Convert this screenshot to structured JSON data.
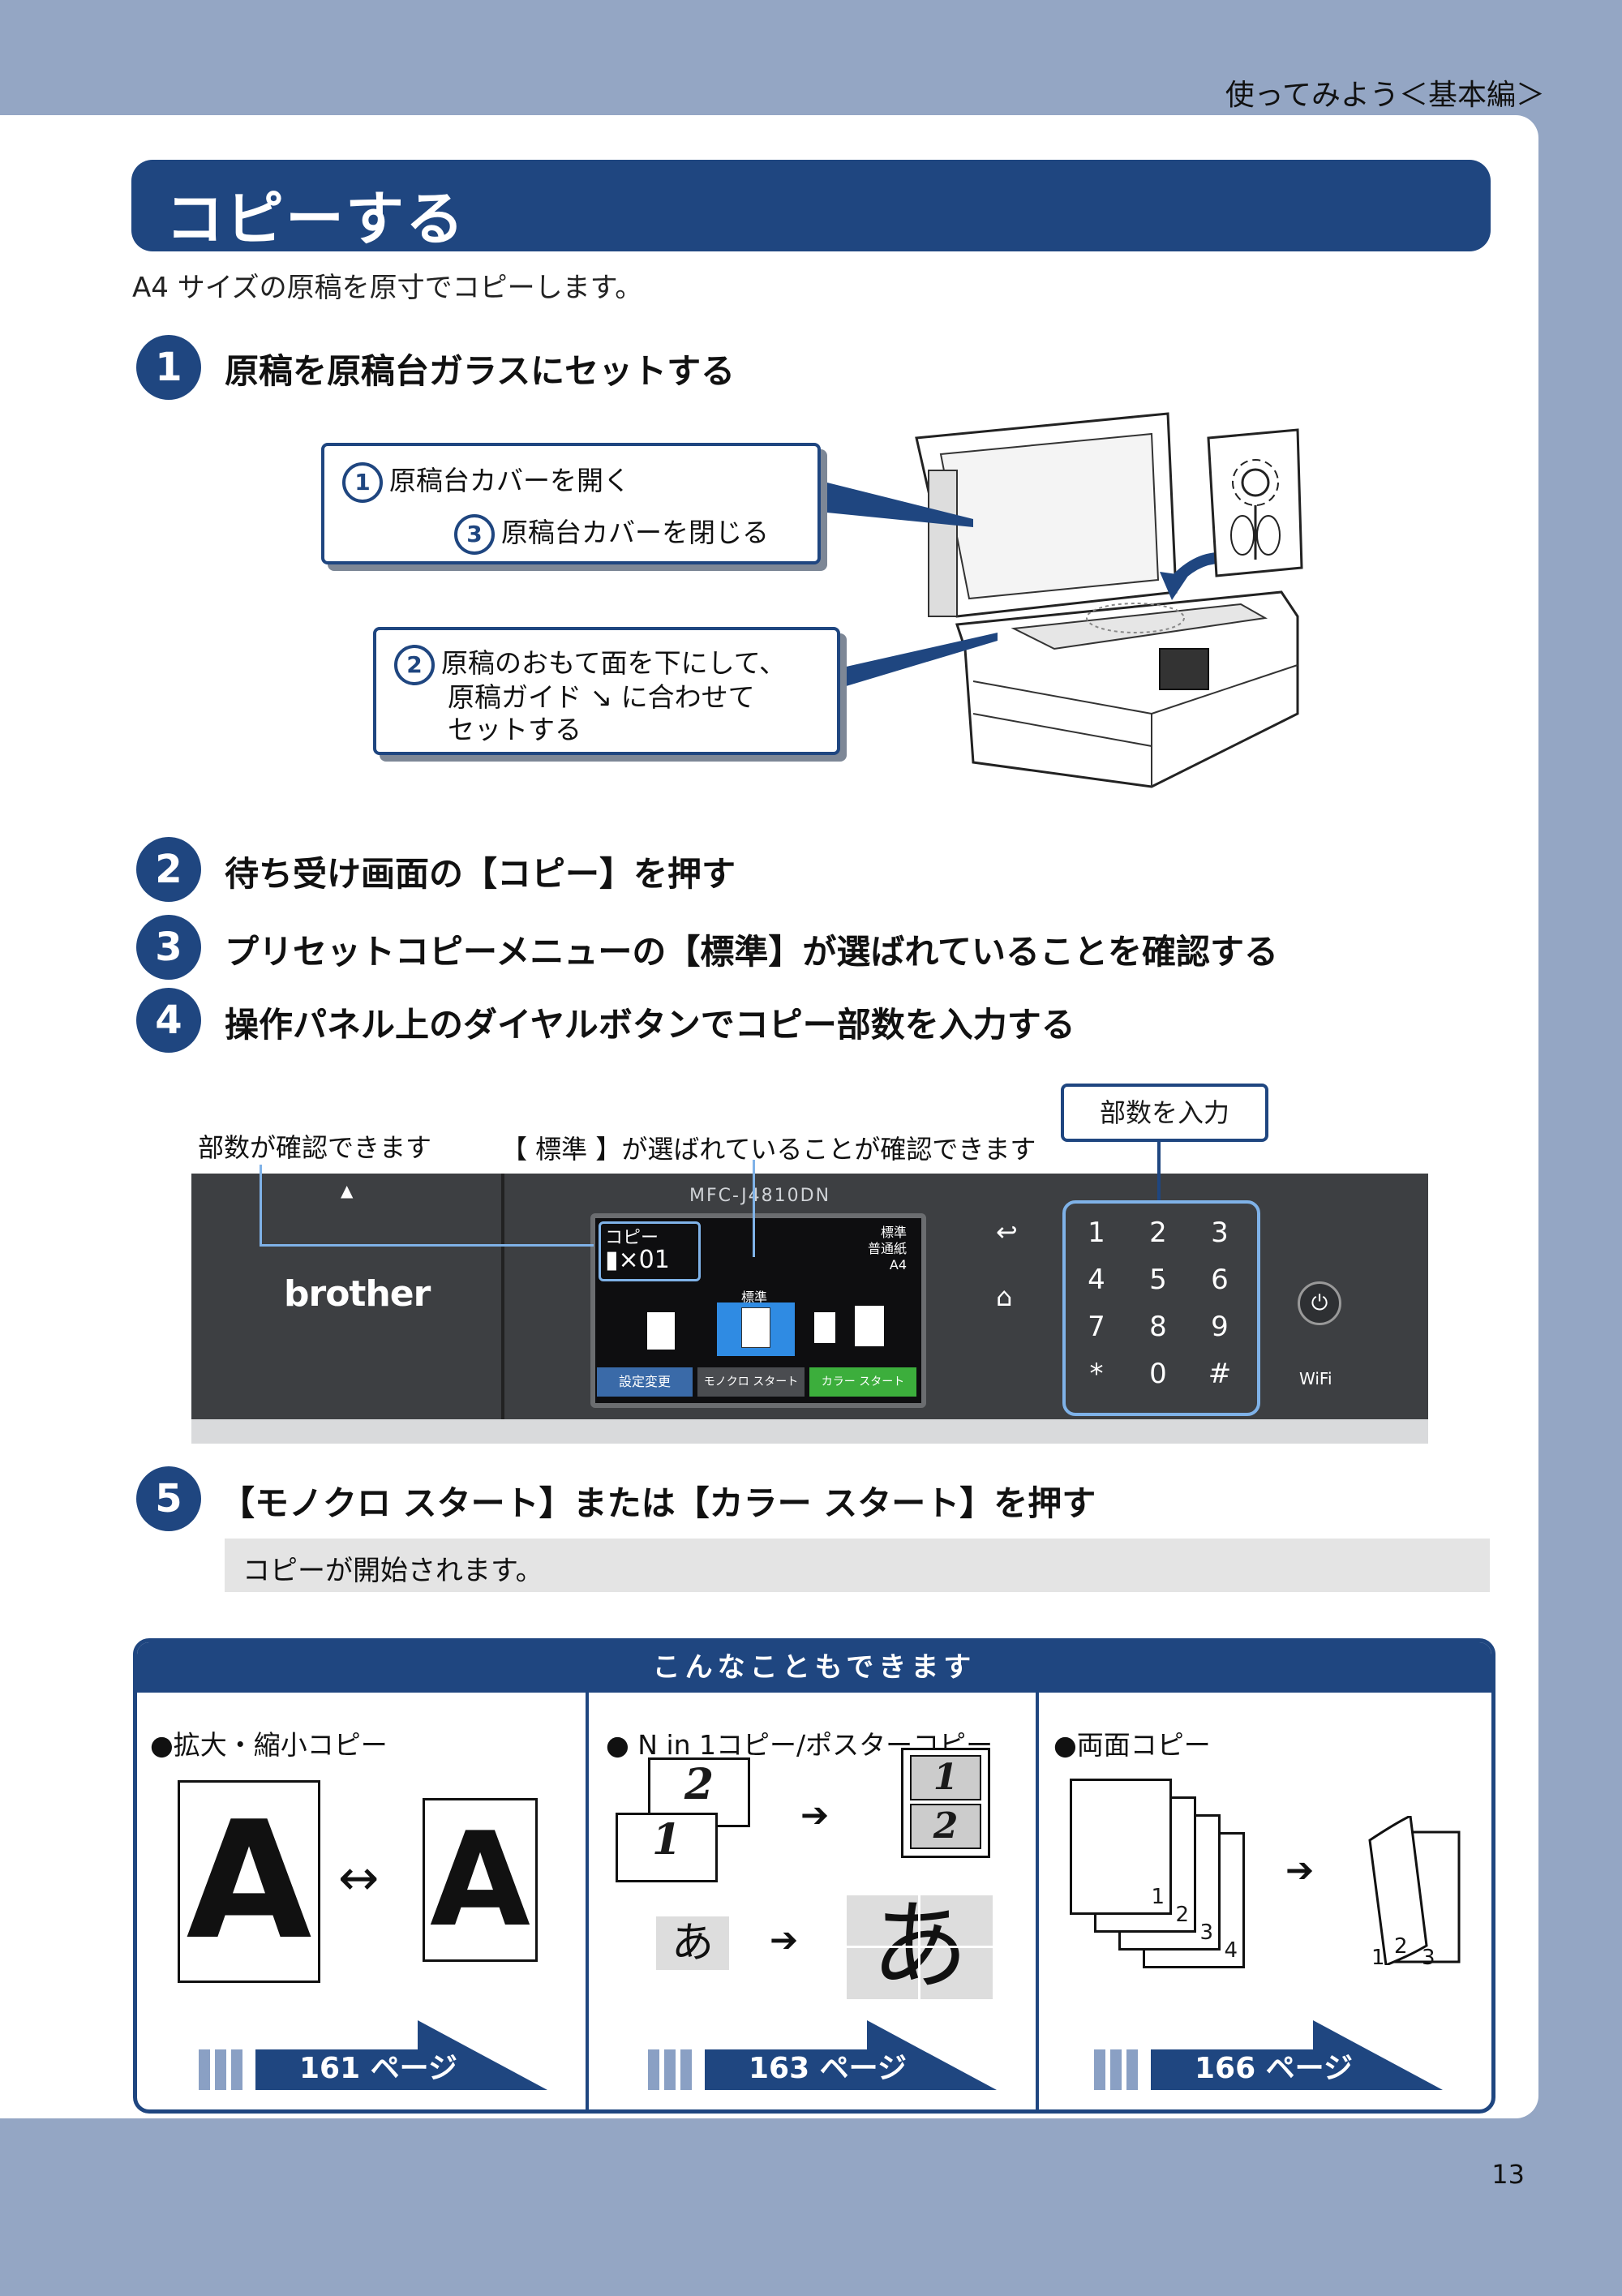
{
  "header": {
    "section": "使ってみよう＜基本編＞"
  },
  "title": "コピーする",
  "intro": "A4 サイズの原稿を原寸でコピーします。",
  "steps": [
    {
      "num": "1",
      "text": "原稿を原稿台ガラスにセットする"
    },
    {
      "num": "2",
      "text": "待ち受け画面の【コピー】を押す"
    },
    {
      "num": "3",
      "text": "プリセットコピーメニューの【標準】が選ばれていることを確認する"
    },
    {
      "num": "4",
      "text": "操作パネル上のダイヤルボタンでコピー部数を入力する"
    },
    {
      "num": "5",
      "text": "【モノクロ スタート】または【カラー スタート】を押す"
    }
  ],
  "callouts": {
    "c1_num": "1",
    "c1": "原稿台カバーを開く",
    "c3_num": "3",
    "c3": "原稿台カバーを閉じる",
    "c2_num": "2",
    "c2_line1": "原稿のおもて面を下にして、",
    "c2_line2": "原稿ガイド ↘ に合わせて",
    "c2_line3": "セットする"
  },
  "panel": {
    "label_copies": "部数が確認できます",
    "label_standard": "【 標準 】が選ばれていることが確認できます",
    "label_input": "部数を入力",
    "model": "MFC-J4810DN",
    "brand": "brother",
    "screen_copy": "コピー",
    "screen_count": "×01",
    "screen_std1": "標準",
    "screen_std2": "普通紙",
    "screen_a4": "A4",
    "screen_center": "標準",
    "btn_settings": "設定変更",
    "btn_mono": "モノクロ スタート",
    "btn_color": "カラー スタート",
    "wifi": "WiFi",
    "keys": [
      "1",
      "2",
      "3",
      "4",
      "5",
      "6",
      "7",
      "8",
      "9",
      "*",
      "0",
      "#"
    ]
  },
  "step5_note": "コピーが開始されます。",
  "more": {
    "heading": "こんなこともできます",
    "cols": [
      {
        "title": "●拡大・縮小コピー",
        "page": "161 ページ"
      },
      {
        "title": "● N in 1コピー/ポスターコピー",
        "page": "163 ページ"
      },
      {
        "title": "●両面コピー",
        "page": "166 ページ"
      }
    ],
    "glyph_a": "A",
    "glyph_arrow_lr": "↔",
    "glyph_arrow_r": "➔",
    "page1": "1",
    "page2": "2",
    "kana": "あ",
    "duplex_pages": [
      "1",
      "2",
      "3",
      "4"
    ]
  },
  "page_number": "13"
}
